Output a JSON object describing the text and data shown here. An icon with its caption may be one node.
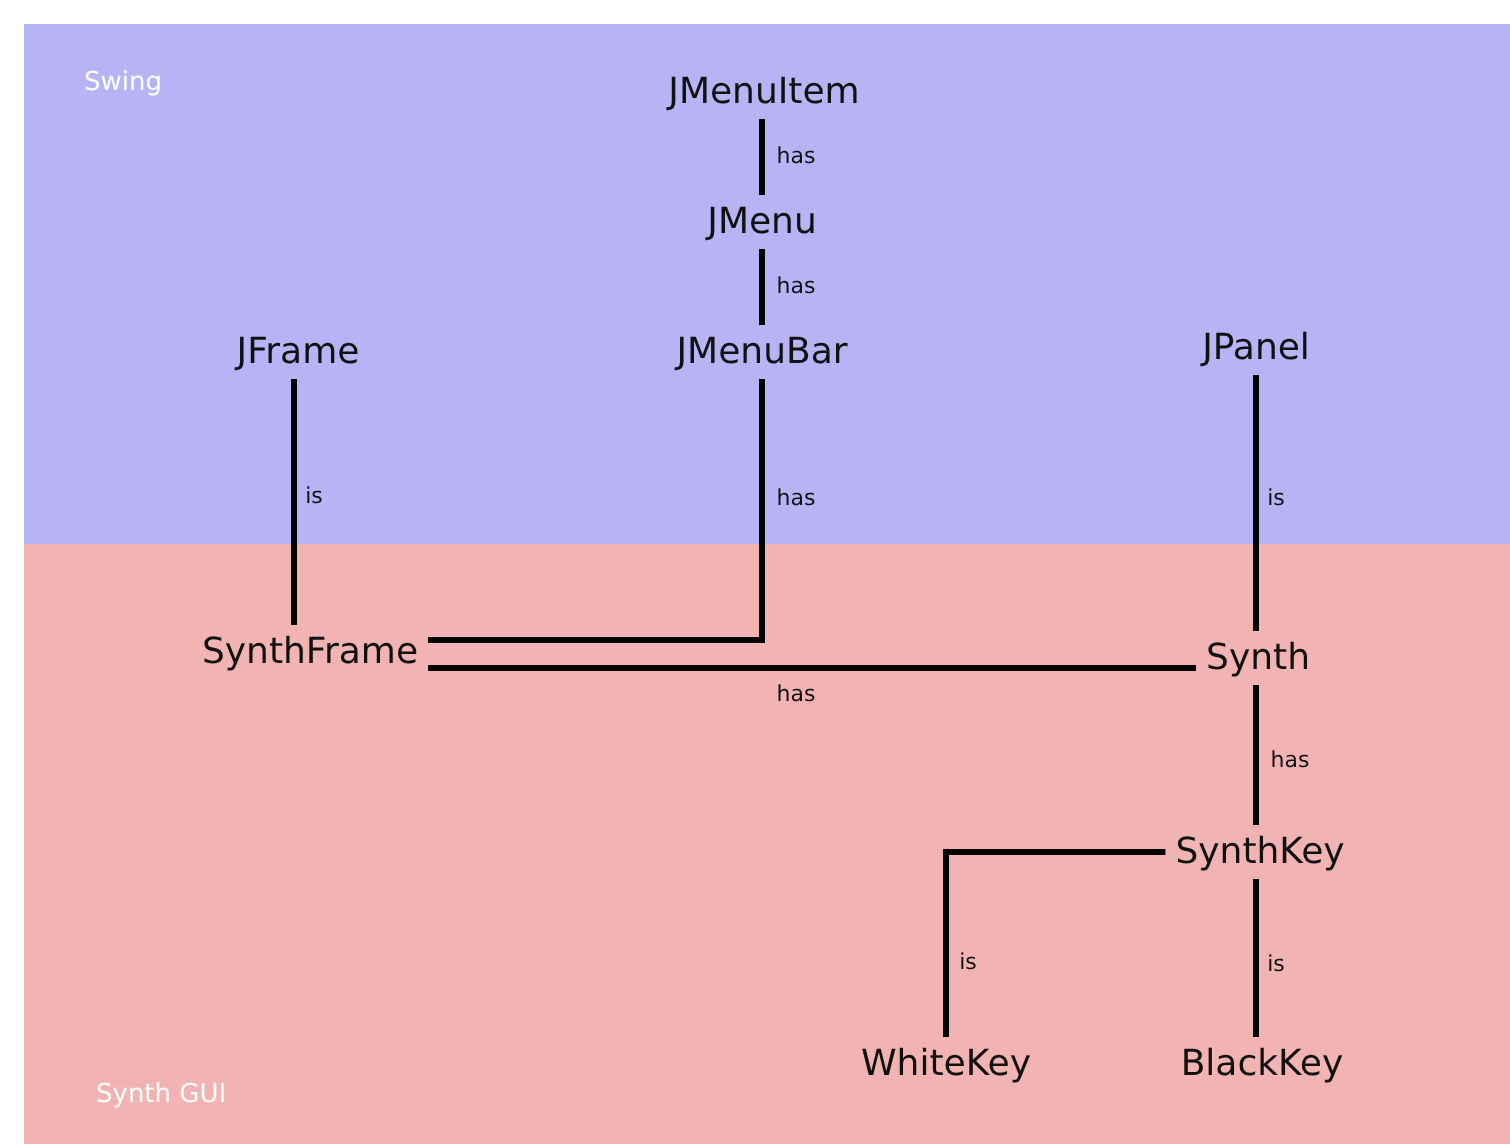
{
  "diagram": {
    "nodes": [
      {
        "text": [
          "Swing"
        ]
      },
      {
        "text": [
          "JMenuItem"
        ],
        "in": 0
      },
      {
        "text": [
          "JMenu"
        ],
        "in": 0
      },
      {
        "text": [
          "JFrame"
        ],
        "in": 0
      },
      {
        "text": [
          "JMenuBar"
        ],
        "in": 0
      },
      {
        "text": [
          "JPanel"
        ],
        "in": 0
      },
      {
        "text": [
          "Synth GUI"
        ]
      },
      {
        "text": [
          "SynthFrame"
        ],
        "in": 6
      },
      {
        "text": [
          "Synth"
        ],
        "in": 6
      },
      {
        "text": [
          "SynthKey"
        ],
        "in": 6
      },
      {
        "text": [
          "WhiteKey"
        ],
        "in": 6
      },
      {
        "text": [
          "BlackKey"
        ],
        "in": 6
      }
    ],
    "edges": [
      {
        "from": 1,
        "to": 2,
        "arrow": "none",
        "label": "has"
      },
      {
        "from": 2,
        "to": 4,
        "arrow": "none",
        "label": "has"
      },
      {
        "from": 3,
        "to": 7,
        "arrow": "none",
        "label": "is"
      },
      {
        "from": 4,
        "to": 7,
        "arrow": "none",
        "label": "has"
      },
      {
        "from": 7,
        "to": 8,
        "arrow": "none",
        "label": "has"
      },
      {
        "from": 5,
        "to": 8,
        "arrow": "none",
        "label": "is"
      },
      {
        "from": 8,
        "to": 9,
        "arrow": "none",
        "label": "has"
      },
      {
        "from": 9,
        "to": 10,
        "arrow": "none",
        "label": "is"
      },
      {
        "from": 9,
        "to": 11,
        "arrow": "none",
        "label": "is"
      }
    ]
  }
}
